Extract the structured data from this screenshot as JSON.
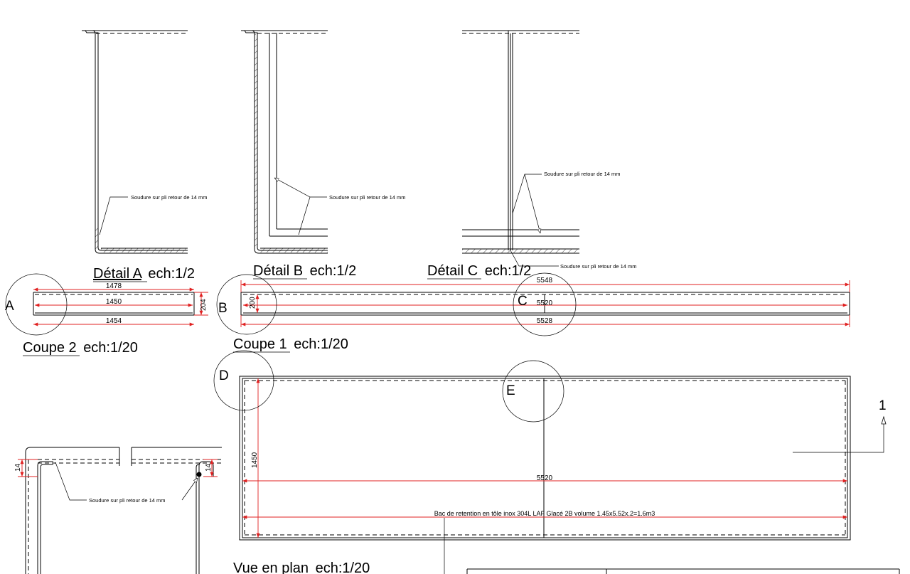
{
  "weld_note": "Soudure sur pli retour de 14 mm",
  "details": {
    "a": {
      "name": "Détail A",
      "scale": "ech:1/2"
    },
    "b": {
      "name": "Détail B",
      "scale": "ech:1/2"
    },
    "c": {
      "name": "Détail C",
      "scale": "ech:1/2"
    }
  },
  "coupe2": {
    "name": "Coupe 2",
    "scale": "ech:1/20",
    "dims": {
      "outer": "1478",
      "inner": "1450",
      "bottom": "1454",
      "height": "204"
    }
  },
  "coupe1": {
    "name": "Coupe 1",
    "scale": "ech:1/20",
    "dims": {
      "outer": "5548",
      "inner": "5520",
      "bottom": "5528",
      "height": "200"
    }
  },
  "plan": {
    "name": "Vue en plan",
    "scale": "ech:1/20",
    "dims": {
      "width": "1450",
      "length": "5520"
    },
    "description": "Bac de retention en tôle inox 304L LAF Glacé 2B volume 1.45x5.52x.2=1.6m3",
    "section_marker": "1"
  },
  "detail_letters": {
    "a": "A",
    "b": "B",
    "c": "C",
    "d": "D",
    "e": "E"
  },
  "corner_detail": {
    "fold": "14"
  }
}
